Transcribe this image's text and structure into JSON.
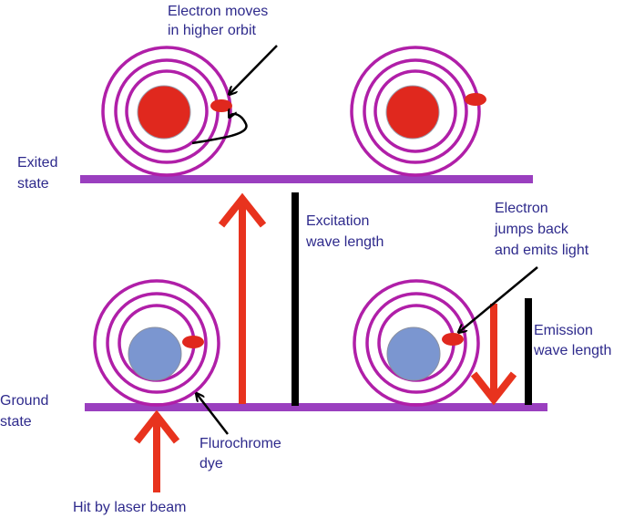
{
  "labels": {
    "electron_moves_line1": "Electron moves",
    "electron_moves_line2": "in higher orbit",
    "exited_line1": "Exited",
    "exited_line2": "state",
    "excitation_line1": "Excitation",
    "excitation_line2": "wave length",
    "electron_jumps_line1": "Electron",
    "electron_jumps_line2": "jumps back",
    "electron_jumps_line3": "and emits light",
    "emission_line1": "Emission",
    "emission_line2": "wave length",
    "ground_line1": "Ground",
    "ground_line2": "state",
    "flurochrome_line1": "Flurochrome",
    "flurochrome_line2": "dye",
    "hit_by_laser": "Hit by laser beam"
  },
  "colors": {
    "label_text": "#2e2a8c",
    "state_line": "#9a3fbf",
    "orbit": "#b01fa8",
    "excited_nucleus": "#e0281e",
    "ground_nucleus": "#7b96d0",
    "electron": "#e0281e",
    "arrow_red": "#e8331e",
    "wavelength_bar": "#000000"
  }
}
